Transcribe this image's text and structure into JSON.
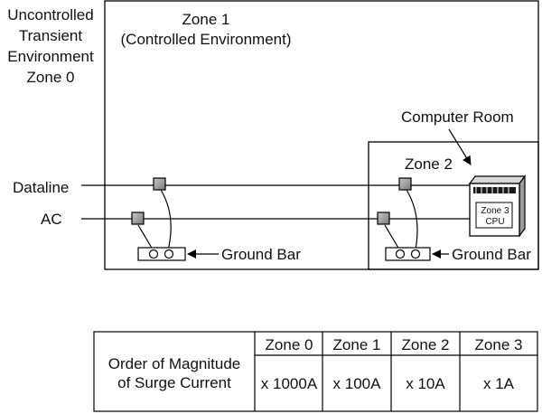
{
  "zone0": {
    "lines": [
      "Uncontrolled",
      "Transient",
      "Environment",
      "Zone 0"
    ]
  },
  "zone1": {
    "lines": [
      "Zone 1",
      "(Controlled Environment)"
    ]
  },
  "computer_room": "Computer Room",
  "zone2": "Zone 2",
  "zone3_cpu": {
    "lines": [
      "Zone 3",
      "CPU"
    ]
  },
  "lines": {
    "dataline": "Dataline",
    "ac": "AC"
  },
  "ground_bar": "Ground Bar",
  "table": {
    "row_label_lines": [
      "Order of Magnitude",
      "of Surge Current"
    ],
    "headers": [
      "Zone 0",
      "Zone 1",
      "Zone 2",
      "Zone 3"
    ],
    "values": [
      "x 1000A",
      "x 100A",
      "x 10A",
      "x 1A"
    ]
  }
}
